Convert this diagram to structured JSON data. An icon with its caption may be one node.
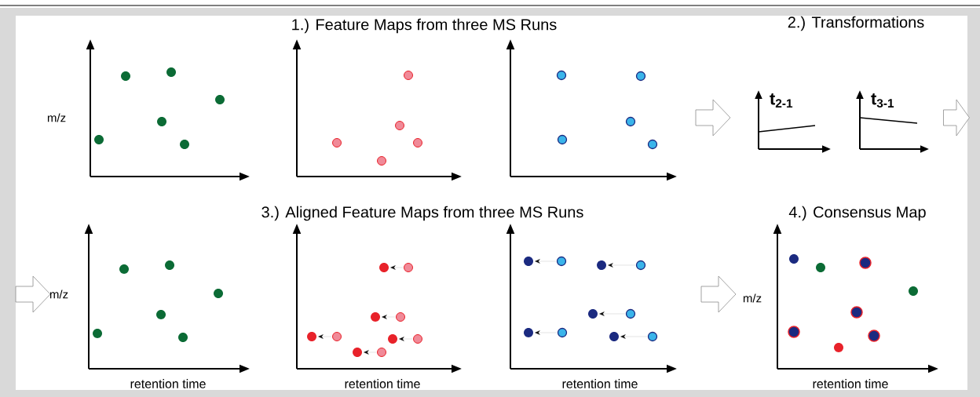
{
  "diagram": {
    "labels": [
      "1.) Feature Maps from three MS Runs",
      "2.) Transformations",
      "t$_{2-1}$",
      "t$_{3-1}$",
      "m/z",
      "3.) Aligned Feature Maps from three MS Runs",
      "4.) Consensus Map",
      "m/z",
      "m/z",
      "retention time",
      "retention time",
      "retention time",
      "retention time"
    ]
  }
}
